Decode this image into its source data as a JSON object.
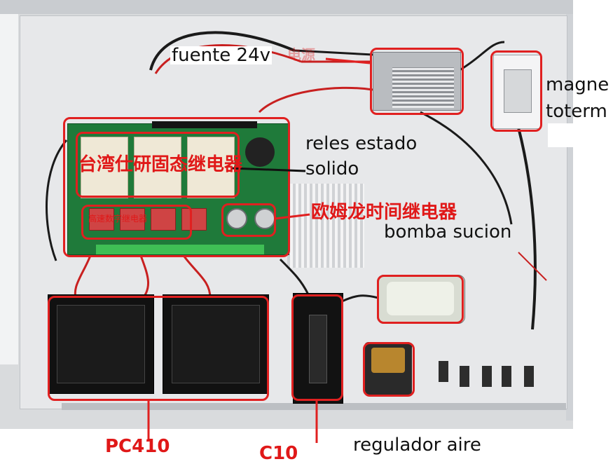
{
  "labels": {
    "fuente": "fuente 24v",
    "fuente_cn": "电源",
    "magneto": "magne",
    "totermico": "toterm",
    "reles_estado": "reles estado",
    "solido": "solido",
    "ssr_cn": "台湾仕研固态继电器",
    "relay_cn": "欧姆龙时间继电器",
    "minirelay_cn": "高速数字继电器",
    "bomba": "bomba sucion",
    "pc410": "PC410",
    "c10": "C10",
    "regulador": "regulador aire"
  },
  "colors": {
    "annotation": "#e02020",
    "pcb": "#1f7a3a",
    "panel": "#e7e8ea"
  }
}
